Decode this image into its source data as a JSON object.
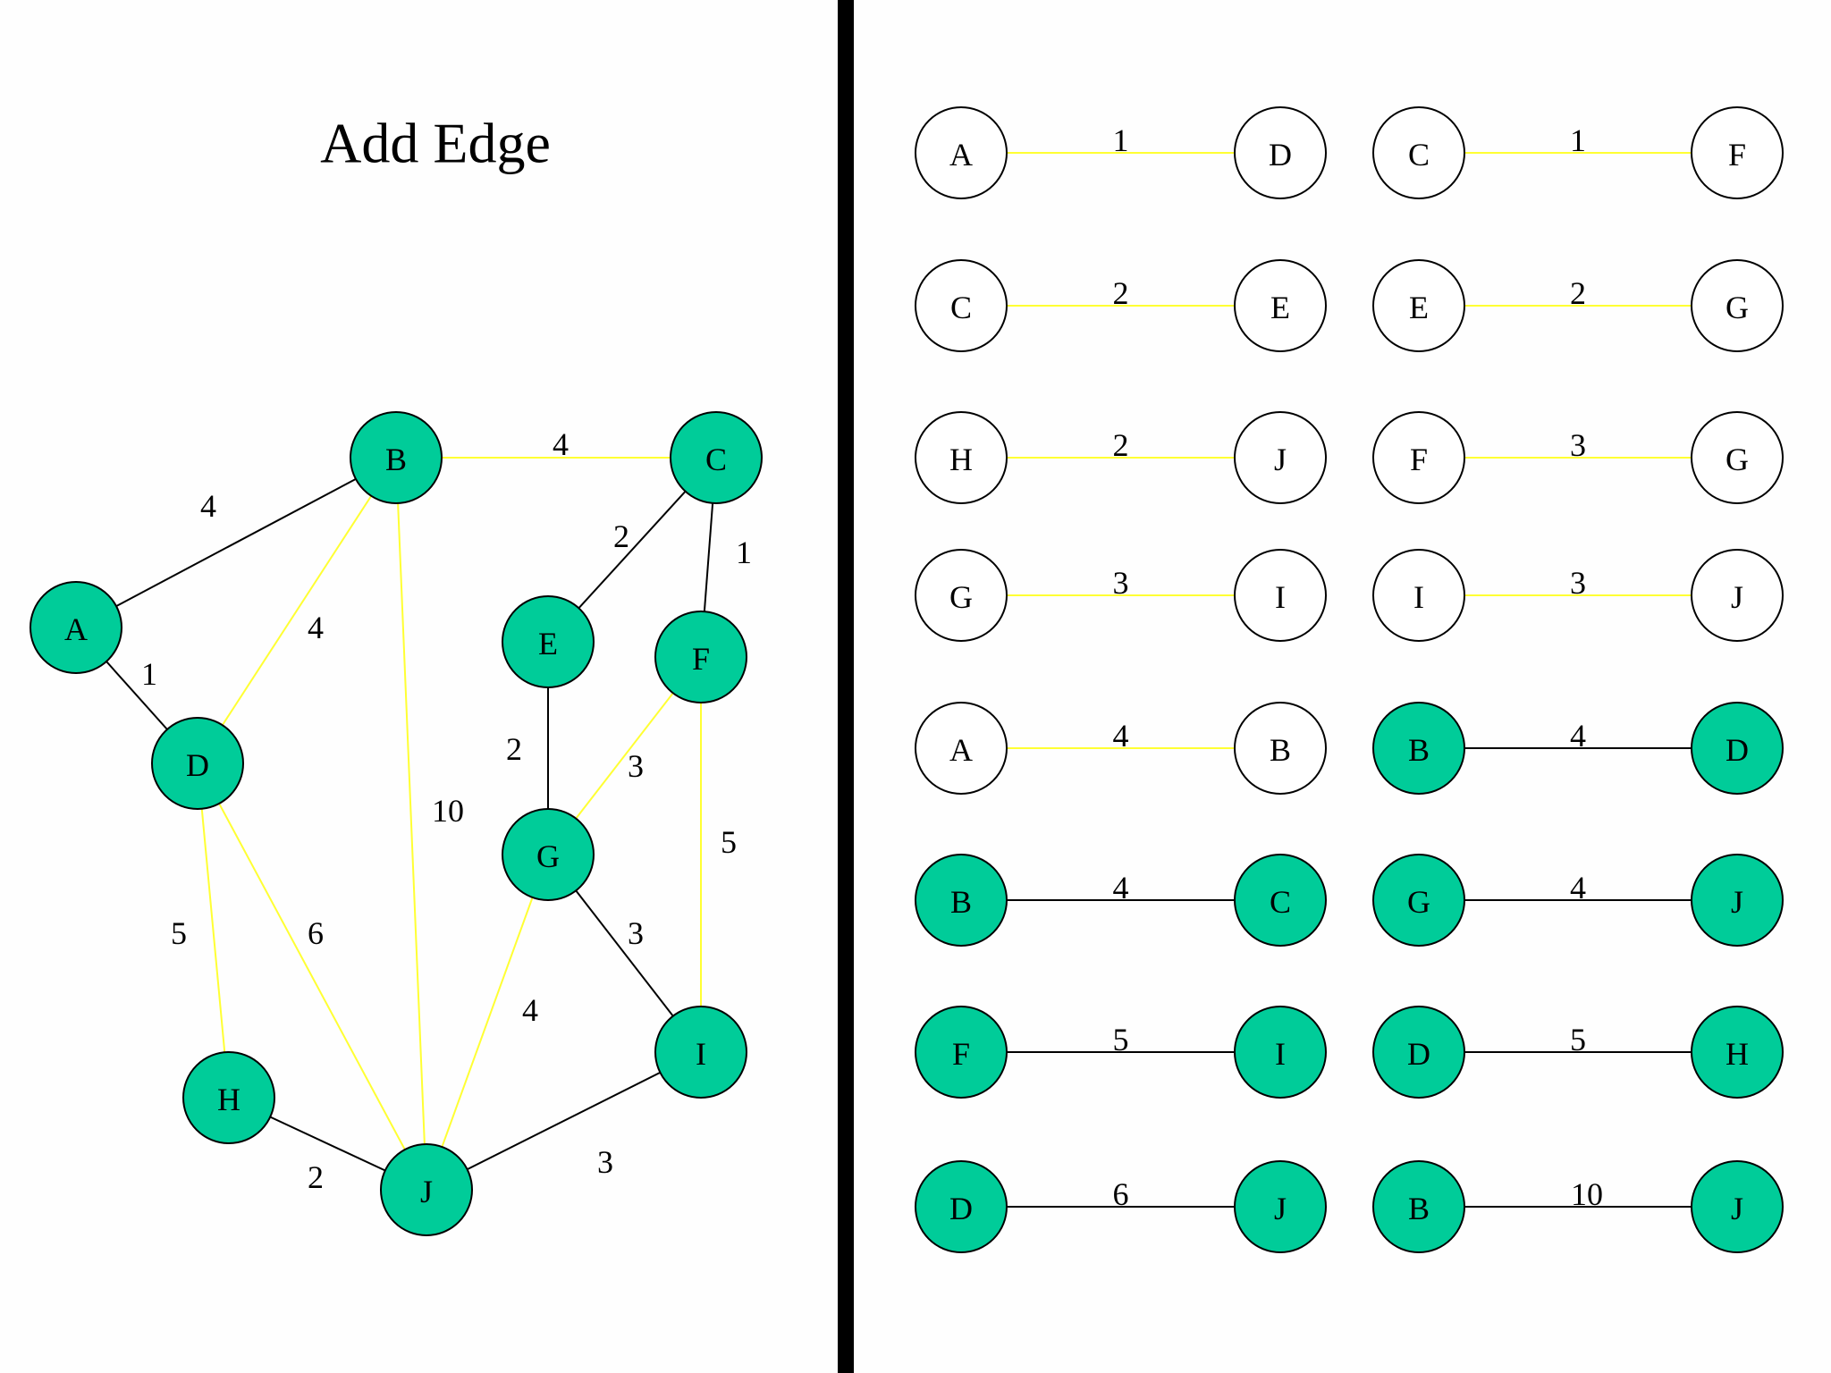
{
  "title": "Add Edge",
  "colors": {
    "node_fill": "#00cc99",
    "node_empty": "#ffffff",
    "edge_added": "#000000",
    "edge_pending": "#ffff33",
    "divider": "#000000"
  },
  "graph": {
    "nodes": [
      {
        "id": "A",
        "label": "A"
      },
      {
        "id": "B",
        "label": "B"
      },
      {
        "id": "C",
        "label": "C"
      },
      {
        "id": "D",
        "label": "D"
      },
      {
        "id": "E",
        "label": "E"
      },
      {
        "id": "F",
        "label": "F"
      },
      {
        "id": "G",
        "label": "G"
      },
      {
        "id": "H",
        "label": "H"
      },
      {
        "id": "I",
        "label": "I"
      },
      {
        "id": "J",
        "label": "J"
      }
    ],
    "edges": [
      {
        "from": "A",
        "to": "B",
        "weight": "4",
        "added": true
      },
      {
        "from": "A",
        "to": "D",
        "weight": "1",
        "added": true
      },
      {
        "from": "B",
        "to": "C",
        "weight": "4",
        "added": false
      },
      {
        "from": "B",
        "to": "D",
        "weight": "4",
        "added": false
      },
      {
        "from": "B",
        "to": "J",
        "weight": "10",
        "added": false
      },
      {
        "from": "C",
        "to": "E",
        "weight": "2",
        "added": true
      },
      {
        "from": "C",
        "to": "F",
        "weight": "1",
        "added": true
      },
      {
        "from": "E",
        "to": "G",
        "weight": "2",
        "added": true
      },
      {
        "from": "F",
        "to": "G",
        "weight": "3",
        "added": false
      },
      {
        "from": "F",
        "to": "I",
        "weight": "5",
        "added": false
      },
      {
        "from": "G",
        "to": "I",
        "weight": "3",
        "added": true
      },
      {
        "from": "G",
        "to": "J",
        "weight": "4",
        "added": false
      },
      {
        "from": "D",
        "to": "H",
        "weight": "5",
        "added": false
      },
      {
        "from": "D",
        "to": "J",
        "weight": "6",
        "added": false
      },
      {
        "from": "H",
        "to": "J",
        "weight": "2",
        "added": true
      },
      {
        "from": "I",
        "to": "J",
        "weight": "3",
        "added": true
      }
    ]
  },
  "edge_list": [
    {
      "from": "A",
      "to": "D",
      "weight": "1",
      "processed": false
    },
    {
      "from": "C",
      "to": "F",
      "weight": "1",
      "processed": false
    },
    {
      "from": "C",
      "to": "E",
      "weight": "2",
      "processed": false
    },
    {
      "from": "E",
      "to": "G",
      "weight": "2",
      "processed": false
    },
    {
      "from": "H",
      "to": "J",
      "weight": "2",
      "processed": false
    },
    {
      "from": "F",
      "to": "G",
      "weight": "3",
      "processed": false
    },
    {
      "from": "G",
      "to": "I",
      "weight": "3",
      "processed": false
    },
    {
      "from": "I",
      "to": "J",
      "weight": "3",
      "processed": false
    },
    {
      "from": "A",
      "to": "B",
      "weight": "4",
      "processed": false
    },
    {
      "from": "B",
      "to": "D",
      "weight": "4",
      "processed": true
    },
    {
      "from": "B",
      "to": "C",
      "weight": "4",
      "processed": true
    },
    {
      "from": "G",
      "to": "J",
      "weight": "4",
      "processed": true
    },
    {
      "from": "F",
      "to": "I",
      "weight": "5",
      "processed": true
    },
    {
      "from": "D",
      "to": "H",
      "weight": "5",
      "processed": true
    },
    {
      "from": "D",
      "to": "J",
      "weight": "6",
      "processed": true
    },
    {
      "from": "B",
      "to": "J",
      "weight": "10",
      "processed": true
    }
  ]
}
